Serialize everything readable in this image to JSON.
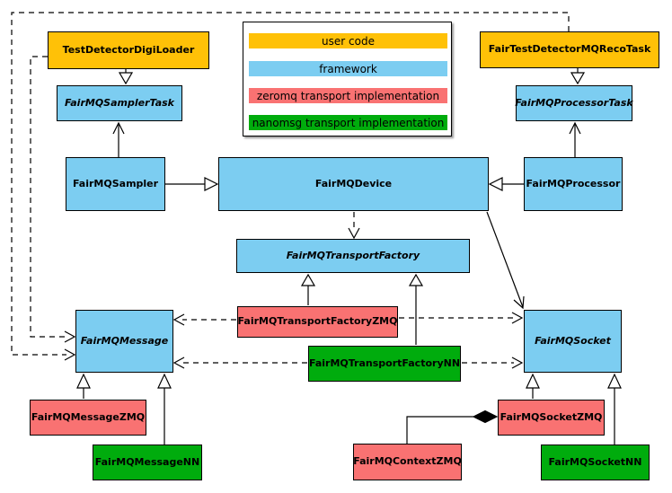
{
  "colors": {
    "user": "#FFC107",
    "framework": "#7CCDF1",
    "zeromq": "#F97272",
    "nanomsg": "#00AC0D"
  },
  "legend": {
    "items": [
      {
        "label": "user code",
        "colorKey": "user"
      },
      {
        "label": "framework",
        "colorKey": "framework"
      },
      {
        "label": "zeromq transport implementation",
        "colorKey": "zeromq"
      },
      {
        "label": "nanomsg transport implementation",
        "colorKey": "nanomsg"
      }
    ]
  },
  "nodes": {
    "testDetectorDigiLoader": {
      "label": "TestDetectorDigiLoader",
      "type": "user",
      "italic": false
    },
    "fairTestDetectorMQRecoTask": {
      "label": "FairTestDetectorMQRecoTask",
      "type": "user",
      "italic": false
    },
    "fairMQSamplerTask": {
      "label": "FairMQSamplerTask",
      "type": "framework",
      "italic": true
    },
    "fairMQProcessorTask": {
      "label": "FairMQProcessorTask",
      "type": "framework",
      "italic": true
    },
    "fairMQSampler": {
      "label": "FairMQSampler",
      "type": "framework",
      "italic": false
    },
    "fairMQDevice": {
      "label": "FairMQDevice",
      "type": "framework",
      "italic": false
    },
    "fairMQProcessor": {
      "label": "FairMQProcessor",
      "type": "framework",
      "italic": false
    },
    "fairMQTransportFactory": {
      "label": "FairMQTransportFactory",
      "type": "framework",
      "italic": true
    },
    "fairMQTransportFactoryZMQ": {
      "label": "FairMQTransportFactoryZMQ",
      "type": "zeromq",
      "italic": false
    },
    "fairMQTransportFactoryNN": {
      "label": "FairMQTransportFactoryNN",
      "type": "nanomsg",
      "italic": false
    },
    "fairMQMessage": {
      "label": "FairMQMessage",
      "type": "framework",
      "italic": true
    },
    "fairMQSocket": {
      "label": "FairMQSocket",
      "type": "framework",
      "italic": true
    },
    "fairMQMessageZMQ": {
      "label": "FairMQMessageZMQ",
      "type": "zeromq",
      "italic": false
    },
    "fairMQMessageNN": {
      "label": "FairMQMessageNN",
      "type": "nanomsg",
      "italic": false
    },
    "fairMQSocketZMQ": {
      "label": "FairMQSocketZMQ",
      "type": "zeromq",
      "italic": false
    },
    "fairMQSocketNN": {
      "label": "FairMQSocketNN",
      "type": "nanomsg",
      "italic": false
    },
    "fairMQContextZMQ": {
      "label": "FairMQContextZMQ",
      "type": "zeromq",
      "italic": false
    }
  },
  "edges": [
    {
      "from": "TestDetectorDigiLoader",
      "to": "FairMQSamplerTask",
      "relation": "inheritance",
      "line": "solid"
    },
    {
      "from": "FairTestDetectorMQRecoTask",
      "to": "FairMQProcessorTask",
      "relation": "inheritance",
      "line": "solid"
    },
    {
      "from": "FairMQSampler",
      "to": "FairMQSamplerTask",
      "relation": "association",
      "line": "solid"
    },
    {
      "from": "FairMQProcessor",
      "to": "FairMQProcessorTask",
      "relation": "association",
      "line": "solid"
    },
    {
      "from": "FairMQSampler",
      "to": "FairMQDevice",
      "relation": "inheritance",
      "line": "solid"
    },
    {
      "from": "FairMQProcessor",
      "to": "FairMQDevice",
      "relation": "inheritance",
      "line": "solid"
    },
    {
      "from": "FairMQDevice",
      "to": "FairMQTransportFactory",
      "relation": "dependency",
      "line": "dashed"
    },
    {
      "from": "FairMQDevice",
      "to": "FairMQSocket",
      "relation": "association",
      "line": "solid"
    },
    {
      "from": "FairMQTransportFactoryZMQ",
      "to": "FairMQTransportFactory",
      "relation": "inheritance",
      "line": "solid"
    },
    {
      "from": "FairMQTransportFactoryNN",
      "to": "FairMQTransportFactory",
      "relation": "inheritance",
      "line": "solid"
    },
    {
      "from": "FairMQTransportFactoryZMQ",
      "to": "FairMQMessage",
      "relation": "dependency",
      "line": "dashed"
    },
    {
      "from": "FairMQTransportFactoryZMQ",
      "to": "FairMQSocket",
      "relation": "dependency",
      "line": "dashed"
    },
    {
      "from": "FairMQTransportFactoryNN",
      "to": "FairMQMessage",
      "relation": "dependency",
      "line": "dashed"
    },
    {
      "from": "FairMQTransportFactoryNN",
      "to": "FairMQSocket",
      "relation": "dependency",
      "line": "dashed"
    },
    {
      "from": "TestDetectorDigiLoader",
      "to": "FairMQMessage",
      "relation": "dependency",
      "line": "dashed"
    },
    {
      "from": "FairTestDetectorMQRecoTask",
      "to": "FairMQMessage",
      "relation": "dependency",
      "line": "dashed"
    },
    {
      "from": "FairMQMessageZMQ",
      "to": "FairMQMessage",
      "relation": "inheritance",
      "line": "solid"
    },
    {
      "from": "FairMQMessageNN",
      "to": "FairMQMessage",
      "relation": "inheritance",
      "line": "solid"
    },
    {
      "from": "FairMQSocketZMQ",
      "to": "FairMQSocket",
      "relation": "inheritance",
      "line": "solid"
    },
    {
      "from": "FairMQSocketNN",
      "to": "FairMQSocket",
      "relation": "inheritance",
      "line": "solid"
    },
    {
      "from": "FairMQContextZMQ",
      "to": "FairMQSocketZMQ",
      "relation": "composition",
      "line": "solid"
    }
  ]
}
